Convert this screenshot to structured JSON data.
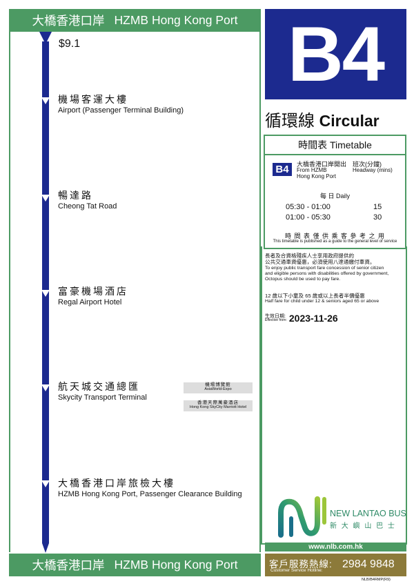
{
  "header": {
    "zh": "大橋香港口岸",
    "en": "HZMB Hong Kong Port"
  },
  "footer": {
    "zh": "大橋香港口岸",
    "en": "HZMB Hong Kong Port"
  },
  "fare": "$9.1",
  "stops": [
    {
      "zh": "機場客運大樓",
      "en": "Airport (Passenger Terminal Building)"
    },
    {
      "zh": "暢達路",
      "en": "Cheong Tat Road"
    },
    {
      "zh": "富豪機場酒店",
      "en": "Regal Airport Hotel"
    },
    {
      "zh": "航天城交通總匯",
      "en": "Skycity Transport Terminal"
    },
    {
      "zh": "大橋香港口岸旅檢大樓",
      "en": "HZMB Hong Kong Port, Passenger Clearance Building"
    }
  ],
  "landmarks": [
    {
      "zh": "機場博覽館",
      "en": "AsiaWorld-Expo"
    },
    {
      "zh": "香港天際萬豪酒店",
      "en": "Hong Kong SkyCity Marriott Hotel"
    }
  ],
  "route": "B4",
  "route_type": {
    "zh": "循環線",
    "en": "Circular"
  },
  "timetable": {
    "title": "時間表 Timetable",
    "route_badge": "B4",
    "depart_zh": "大橋香港口岸開出",
    "depart_en_1": "From HZMB",
    "depart_en_2": "Hong Kong Port",
    "headway_zh": "班次(分鐘)",
    "headway_en": "Headway (mins)",
    "daily": "每 日 Daily",
    "rows": [
      {
        "time": "05:30 - 01:00",
        "headway": "15"
      },
      {
        "time": "01:00 - 05:30",
        "headway": "30"
      }
    ],
    "disclaimer_zh": "時 間 表 僅 供 乘 客 參 考 之 用",
    "disclaimer_en": "This timetable is published as a guide to the general level of service"
  },
  "notes": {
    "concession_zh_1": "長者及合資格殘疾人士享用政府提供的",
    "concession_zh_2": "公共交通車資優惠，必須使用八達通繳付車資。",
    "concession_en_1": "To enjoy public transport fare concession of senior citizen",
    "concession_en_2": "and eligible persons with disabilities offered by government,",
    "concession_en_3": "Octopus should be used to pay fare.",
    "half_fare_zh": "12 歲以下小童及 65 歲或以上長者半價優惠",
    "half_fare_en": "Half fare for child under 12 & seniors aged 65 or above",
    "effective_zh": "生效日期:",
    "effective_en": "Effective from:",
    "effective_date": "2023-11-26"
  },
  "company": {
    "en": "NEW LANTAO BUS",
    "zh": "新 大 嶼 山 巴 士"
  },
  "website": "www.nlb.com.hk",
  "hotline": {
    "zh": "客戶服務熱線:",
    "en": "Customer Service Hotline:",
    "number": "2984 9848"
  },
  "ref_code": "NLB/B4RMP(R9)",
  "colors": {
    "green": "#4c9a63",
    "navy": "#1c2a8f",
    "gold": "#8c7a3a",
    "grey": "#dddddd"
  }
}
